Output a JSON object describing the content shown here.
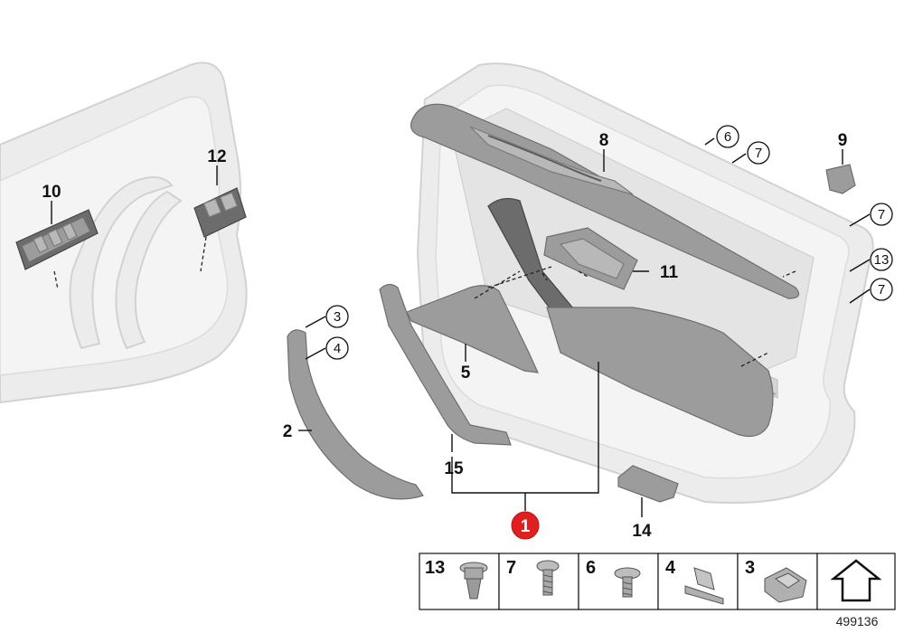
{
  "callouts": {
    "c1": "1",
    "c2": "2",
    "c3": "3",
    "c4": "4",
    "c5": "5",
    "c6": "6",
    "c7a": "7",
    "c7b": "7",
    "c7c": "7",
    "c8": "8",
    "c9": "9",
    "c10": "10",
    "c11": "11",
    "c12": "12",
    "c13": "13",
    "c14": "14",
    "c15": "15"
  },
  "parts_table": {
    "cells": [
      "13",
      "7",
      "6",
      "4",
      "3"
    ]
  },
  "diagram_number": "499136",
  "colors": {
    "highlight_badge": "#e02020",
    "part_grey": "#9c9c9c",
    "panel_grey": "#ececec"
  }
}
